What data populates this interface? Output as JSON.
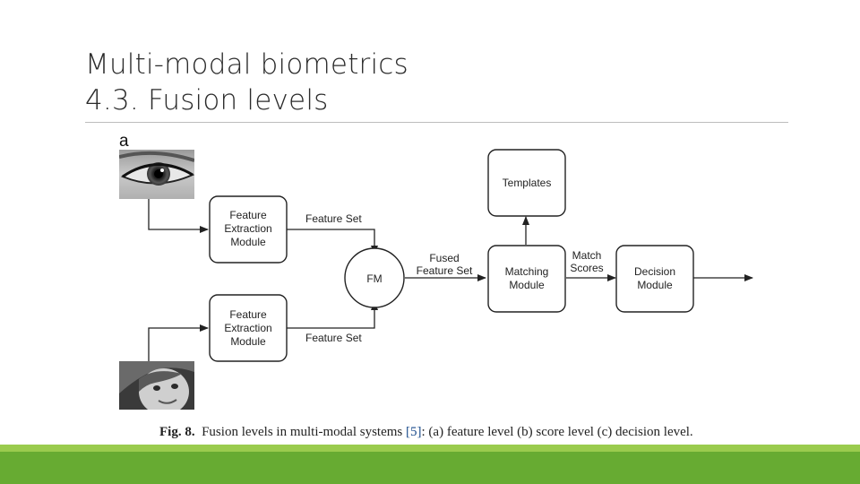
{
  "slide": {
    "title_line1": "Multi-modal biometrics",
    "title_line2": "4.3. Fusion levels"
  },
  "figure": {
    "panel_label": "a",
    "modalities": [
      "eye-photo",
      "face-photo"
    ],
    "nodes": {
      "fe_top": [
        "Feature",
        "Extraction",
        "Module"
      ],
      "fe_bottom": [
        "Feature",
        "Extraction",
        "Module"
      ],
      "fm": "FM",
      "templates": "Templates",
      "matching": [
        "Matching",
        "Module"
      ],
      "decision": [
        "Decision",
        "Module"
      ]
    },
    "edges": {
      "feature_set_top": "Feature Set",
      "feature_set_bottom": "Feature Set",
      "fused_feature_set": [
        "Fused",
        "Feature Set"
      ],
      "match_scores": [
        "Match",
        "Scores"
      ]
    },
    "caption": {
      "label": "Fig. 8.",
      "text_before_ref": "Fusion levels in multi-modal systems ",
      "ref": "[5]",
      "text_after_ref": ": (a) feature level (b) score level (c) decision level."
    }
  },
  "colors": {
    "accent_green": "#67ab32",
    "accent_green_light": "#9acb4e"
  }
}
